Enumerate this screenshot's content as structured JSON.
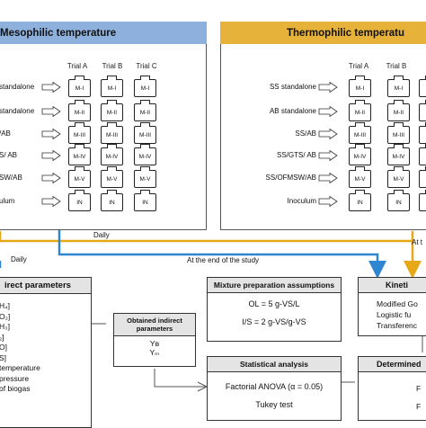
{
  "colors": {
    "mesophilic_header": "#8db0dc",
    "thermophilic_header": "#e6b23a",
    "blue_arrow": "#2f86d0",
    "gold_arrow": "#e6a817",
    "box_header_gray": "#e4e4e4"
  },
  "mesophilic": {
    "title": "Mesophilic temperature",
    "trials": [
      "Trial A",
      "Trial B",
      "Trial C"
    ],
    "rows": [
      {
        "label": "standalone",
        "code": "M-I"
      },
      {
        "label": "standalone",
        "code": "M-II"
      },
      {
        "label": "/AB",
        "code": "M-III"
      },
      {
        "label": "S/ AB",
        "code": "M-IV"
      },
      {
        "label": "SW/AB",
        "code": "M-V"
      },
      {
        "label": "ulum",
        "code": "IN"
      }
    ]
  },
  "thermophilic": {
    "title": "Thermophilic temperatu",
    "trials": [
      "Trial A",
      "Trial B"
    ],
    "rows": [
      {
        "label": "SS standalone",
        "code": "M-I"
      },
      {
        "label": "AB standalone",
        "code": "M-II"
      },
      {
        "label": "SS/AB",
        "code": "M-III"
      },
      {
        "label": "SS/GTS/ AB",
        "code": "M-IV"
      },
      {
        "label": "SS/OFMSW/AB",
        "code": "M-V"
      },
      {
        "label": "Inoculum",
        "code": "IN"
      }
    ]
  },
  "flow_labels": {
    "daily_top": "Daily",
    "daily_left": "Daily",
    "end_of_study": "At the end of the study",
    "at_right": "At t"
  },
  "direct_box": {
    "title": "irect parameters",
    "items": [
      "H₄]",
      "O₂]",
      "H₃]",
      "₂]",
      "O]",
      "S]",
      "temperature",
      "pressure",
      "of biogas"
    ]
  },
  "indirect_box": {
    "title": "Obtained indirect parameters",
    "items": [
      "Yʙ",
      "Yₘ"
    ]
  },
  "mixture_box": {
    "title": "Mixture preparation assumptions",
    "items": [
      "OL = 5 g-VS/L",
      "I/S = 2 g-VS/g-VS"
    ]
  },
  "stats_box": {
    "title": "Statistical analysis",
    "items": [
      "Factorial ANOVA (α = 0.05)",
      "Tukey test"
    ]
  },
  "kinetic_box": {
    "title": "Kineti",
    "items": [
      "Modified Go",
      "Logistic fu",
      "Transferenc"
    ]
  },
  "determined_box": {
    "title": "Determined",
    "items": [
      "F",
      "F"
    ]
  }
}
